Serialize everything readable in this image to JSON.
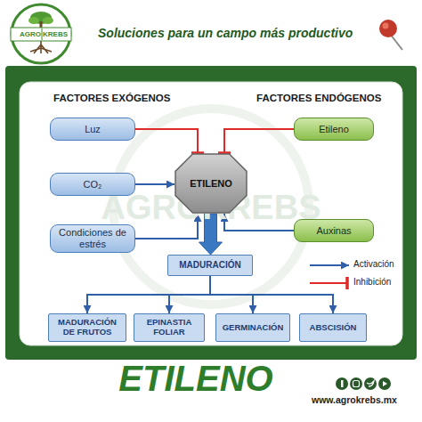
{
  "diagram": {
    "title": "ETILENO",
    "nodes": [
      {
        "text": [
          "Luz"
        ]
      },
      {
        "text": [
          "Etileno"
        ]
      },
      {
        "text": [
          "CO₂"
        ]
      },
      {
        "text": [
          "ETILENO"
        ]
      },
      {
        "text": [
          "Condiciones de estrés"
        ]
      },
      {
        "text": [
          "Auxinas"
        ]
      },
      {
        "text": [
          "MADURACIÓN"
        ]
      },
      {
        "text": [
          "MADURACIÓN DE FRUTOS"
        ]
      },
      {
        "text": [
          "EPINASTIA FOLIAR"
        ]
      },
      {
        "text": [
          "GERMINACIÓN"
        ]
      },
      {
        "text": [
          "ABSCISIÓN"
        ]
      }
    ],
    "edges": [
      {
        "from": 0,
        "to": 3,
        "arrow": "to"
      },
      {
        "from": 1,
        "to": 3,
        "arrow": "to"
      },
      {
        "from": 2,
        "to": 3,
        "arrow": "to"
      },
      {
        "from": 4,
        "to": 3,
        "arrow": "to"
      },
      {
        "from": 5,
        "to": 3,
        "arrow": "to"
      },
      {
        "from": 3,
        "to": 6,
        "arrow": "to"
      },
      {
        "from": 6,
        "to": 7,
        "arrow": "to"
      },
      {
        "from": 6,
        "to": 8,
        "arrow": "to"
      },
      {
        "from": 6,
        "to": 9,
        "arrow": "to"
      },
      {
        "from": 6,
        "to": 10,
        "arrow": "to"
      }
    ],
    "labels": [
      "AGRO",
      "KREBS",
      "Soluciones para un campo más productivo",
      "AGROKREBS",
      "FACTORES EXÓGENOS",
      "FACTORES ENDÓGENOS",
      "www.agrokrebs.mx"
    ],
    "legend": [
      {
        "text": "Activación"
      },
      {
        "text": "Inhibición"
      }
    ]
  }
}
